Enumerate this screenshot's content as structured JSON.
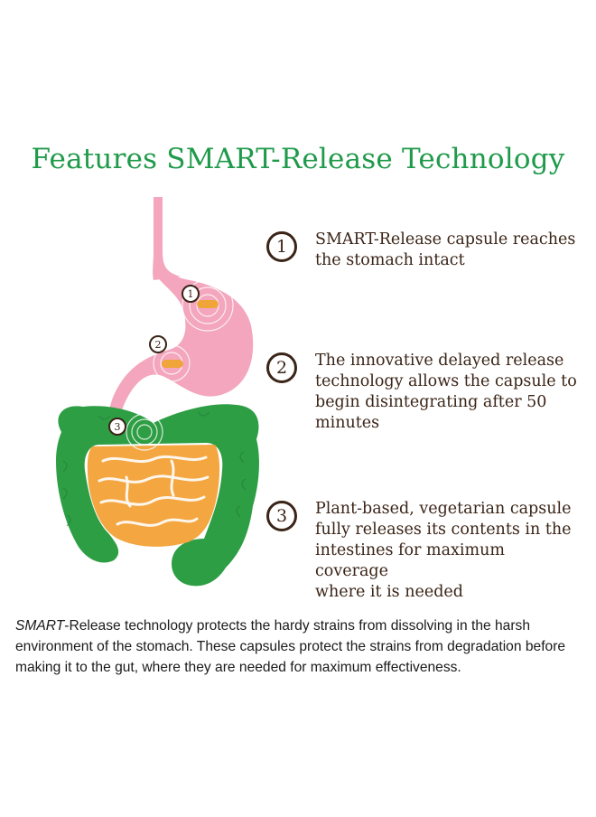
{
  "title": "Features SMART-Release Technology",
  "diagram": {
    "markers": [
      "1",
      "2",
      "3"
    ]
  },
  "steps": [
    {
      "number": "1",
      "text": "SMART-Release capsule reaches\nthe stomach intact"
    },
    {
      "number": "2",
      "text": "The innovative delayed release\ntechnology allows the capsule to\nbegin disintegrating after 50\nminutes"
    },
    {
      "number": "3",
      "text": "Plant-based, vegetarian capsule\nfully releases its contents in the\nintestines for maximum coverage\nwhere it is needed"
    }
  ],
  "description": {
    "italic_lead": "SMART",
    "body": "-Release technology protects the hardy strains from dissolving in the harsh environment of the stomach. These capsules protect the strains from degradation before making it to the gut, where they are needed for maximum effectiveness."
  },
  "colors": {
    "title_green": "#1f9a4a",
    "text_brown": "#3a2417",
    "stomach_pink": "#f3a6bd",
    "intestine_green": "#2e9e45",
    "small_intestine_orange": "#f4a640",
    "capsule_orange": "#f0a53a"
  }
}
